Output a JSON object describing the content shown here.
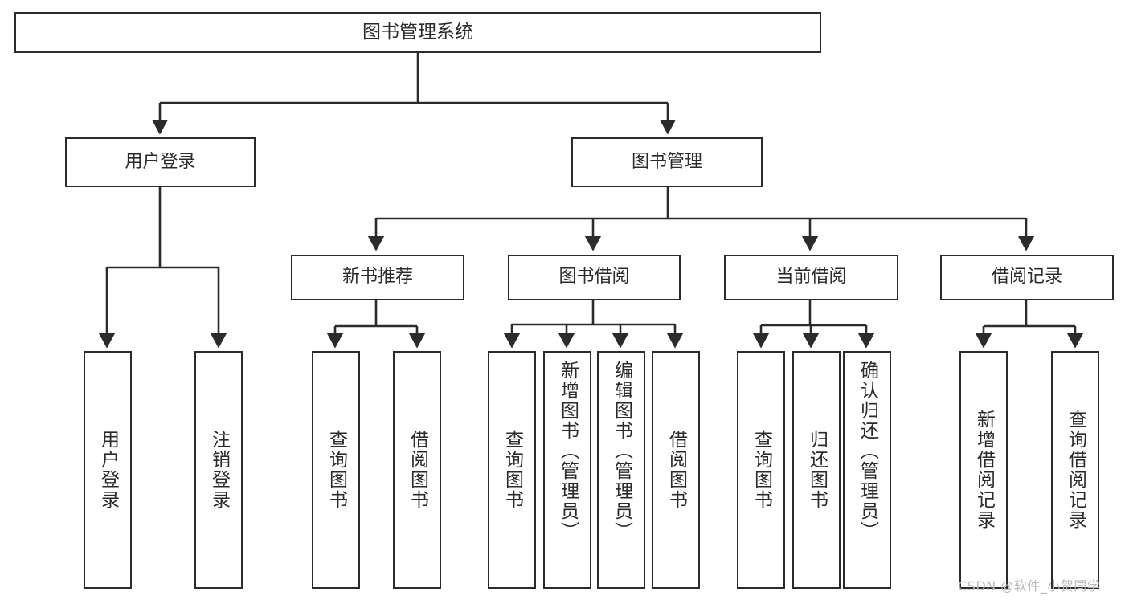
{
  "diagram": {
    "title": "图书管理系统",
    "type": "tree-hierarchy",
    "watermark": "CSDN @软件_小贺同学",
    "colors": {
      "stroke": "#2b2b2b",
      "fill": "#ffffff",
      "watermark": "#b9b9b9"
    },
    "root": {
      "label": "图书管理系统"
    },
    "level2": [
      {
        "label": "用户登录"
      },
      {
        "label": "图书管理"
      }
    ],
    "level3": [
      {
        "label": "新书推荐"
      },
      {
        "label": "图书借阅"
      },
      {
        "label": "当前借阅"
      },
      {
        "label": "借阅记录"
      }
    ],
    "leaves": {
      "user_login": [
        {
          "label": "用户登录"
        },
        {
          "label": "注销登录"
        }
      ],
      "new_book": [
        {
          "label": "查询图书"
        },
        {
          "label": "借阅图书"
        }
      ],
      "book_borrow": [
        {
          "label": "查询图书"
        },
        {
          "label": "新增图书（管理员）"
        },
        {
          "label": "编辑图书（管理员）"
        },
        {
          "label": "借阅图书"
        }
      ],
      "current_borrow": [
        {
          "label": "查询图书"
        },
        {
          "label": "归还图书"
        },
        {
          "label": "确认归还（管理员）"
        }
      ],
      "borrow_record": [
        {
          "label": "新增借阅记录"
        },
        {
          "label": "查询借阅记录"
        }
      ]
    }
  }
}
